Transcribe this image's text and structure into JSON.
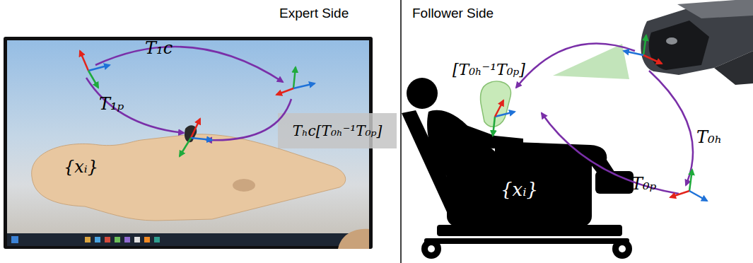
{
  "diagram": {
    "nodes": [
      {
        "text": [
          "Tₕc[T₀ₕ⁻¹T₀ₚ]"
        ]
      },
      {
        "text": [
          "{xᵢ}"
        ]
      },
      {
        "text": [
          "{xᵢ}"
        ]
      }
    ],
    "labels": [
      "Expert Side",
      "Follower Side",
      "T₁c",
      "T₁ₚ",
      "[T₀ₕ⁻¹T₀ₚ]",
      "T₀ₕ",
      "T₀ₚ"
    ]
  }
}
